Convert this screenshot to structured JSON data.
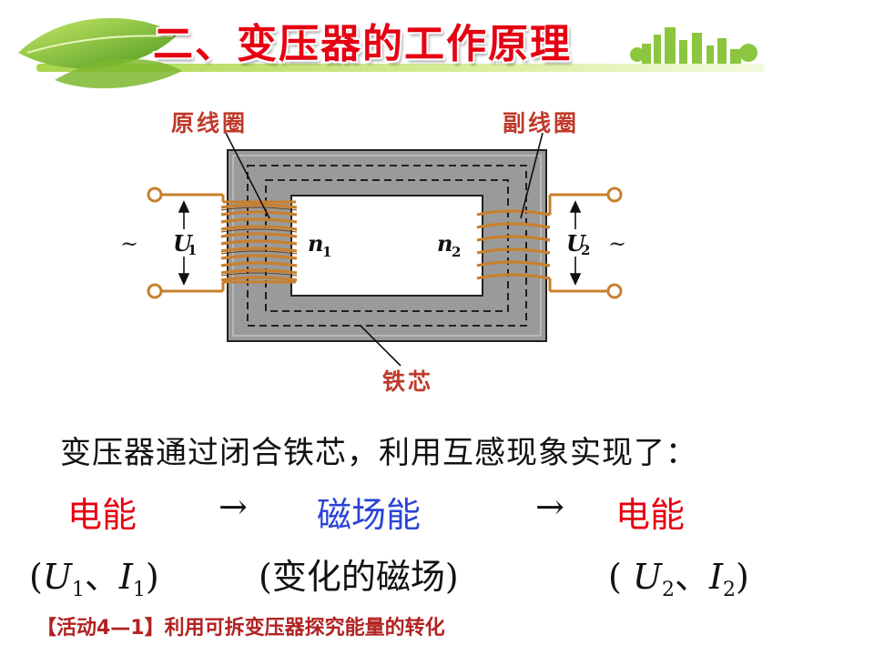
{
  "title": "二、变压器的工作原理",
  "diagram": {
    "primary_coil_label": "原线圈",
    "secondary_coil_label": "副线圈",
    "core_label": "铁芯",
    "n1": "n",
    "n1_sub": "1",
    "n2": "n",
    "n2_sub": "2",
    "u1": "U",
    "u1_sub": "1",
    "u2": "U",
    "u2_sub": "2",
    "ac_symbol": "~"
  },
  "sentence": "变压器通过闭合铁芯，利用互感现象实现了：",
  "flow": {
    "electric_1": "电能",
    "arrow": "→",
    "magnetic": "磁场能",
    "electric_2": "电能"
  },
  "paren": {
    "left_open": "(",
    "u1": "U",
    "u1_sub": "1",
    "sep": "、",
    "i1": "I",
    "i1_sub": "1",
    "close": ")",
    "middle": "(变化的磁场)",
    "right_open": "( ",
    "u2": "U",
    "u2_sub": "2",
    "i2": "I",
    "i2_sub": "2"
  },
  "activity": "【活动4—1】利用可拆变压器探究能量的转化",
  "colors": {
    "title": "#e60012",
    "electric": "#e60012",
    "magnetic": "#2b43d6",
    "label": "#c0392b",
    "coil": "#c8802e",
    "core": "#9a9a9a"
  }
}
